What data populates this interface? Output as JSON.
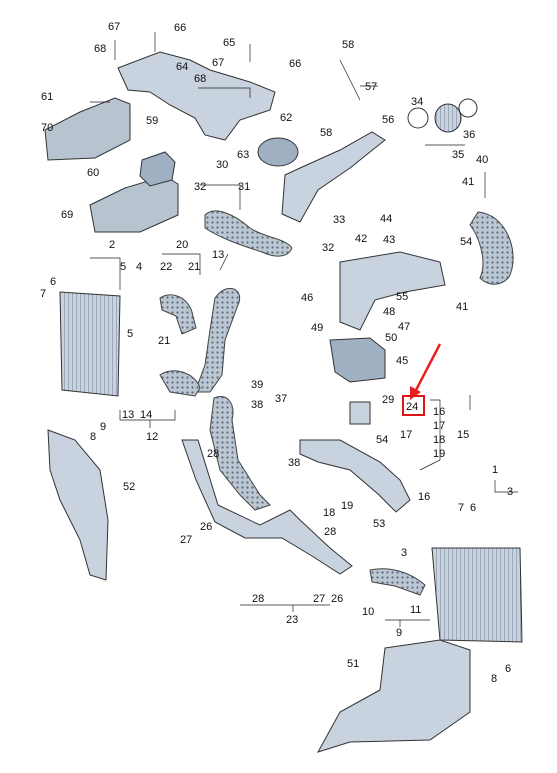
{
  "diagram": {
    "highlighted_callout": "24",
    "colors": {
      "part_fill": "#c9d3df",
      "part_fill_dark": "#9fb0c3",
      "hose_fill": "#b9c4d1",
      "callout_box": "#e01414",
      "arrow": "#e82020"
    },
    "callouts": [
      {
        "id": "c67a",
        "text": "67"
      },
      {
        "id": "c66a",
        "text": "66"
      },
      {
        "id": "c68a",
        "text": "68"
      },
      {
        "id": "c65",
        "text": "65"
      },
      {
        "id": "c64",
        "text": "64"
      },
      {
        "id": "c67b",
        "text": "67"
      },
      {
        "id": "c68b",
        "text": "68"
      },
      {
        "id": "c66b",
        "text": "66"
      },
      {
        "id": "c58a",
        "text": "58"
      },
      {
        "id": "c57",
        "text": "57"
      },
      {
        "id": "c61",
        "text": "61"
      },
      {
        "id": "c70",
        "text": "70"
      },
      {
        "id": "c59",
        "text": "59"
      },
      {
        "id": "c62",
        "text": "62"
      },
      {
        "id": "c56",
        "text": "56"
      },
      {
        "id": "c58b",
        "text": "58"
      },
      {
        "id": "c34",
        "text": "34"
      },
      {
        "id": "c36",
        "text": "36"
      },
      {
        "id": "c35",
        "text": "35"
      },
      {
        "id": "c60",
        "text": "60"
      },
      {
        "id": "c63",
        "text": "63"
      },
      {
        "id": "c30",
        "text": "30"
      },
      {
        "id": "c40",
        "text": "40"
      },
      {
        "id": "c69",
        "text": "69"
      },
      {
        "id": "c32a",
        "text": "32"
      },
      {
        "id": "c31",
        "text": "31"
      },
      {
        "id": "c41a",
        "text": "41"
      },
      {
        "id": "c33",
        "text": "33"
      },
      {
        "id": "c44",
        "text": "44"
      },
      {
        "id": "c2",
        "text": "2"
      },
      {
        "id": "c20",
        "text": "20"
      },
      {
        "id": "c32b",
        "text": "32"
      },
      {
        "id": "c42",
        "text": "42"
      },
      {
        "id": "c43",
        "text": "43"
      },
      {
        "id": "c54a",
        "text": "54"
      },
      {
        "id": "c5a",
        "text": "5"
      },
      {
        "id": "c4a",
        "text": "4"
      },
      {
        "id": "c22",
        "text": "22"
      },
      {
        "id": "c21a",
        "text": "21"
      },
      {
        "id": "c13a",
        "text": "13"
      },
      {
        "id": "c6a",
        "text": "6"
      },
      {
        "id": "c7a",
        "text": "7"
      },
      {
        "id": "c46",
        "text": "46"
      },
      {
        "id": "c55",
        "text": "55"
      },
      {
        "id": "c41b",
        "text": "41"
      },
      {
        "id": "c48",
        "text": "48"
      },
      {
        "id": "c5b",
        "text": "5"
      },
      {
        "id": "c49",
        "text": "49"
      },
      {
        "id": "c47",
        "text": "47"
      },
      {
        "id": "c21b",
        "text": "21"
      },
      {
        "id": "c50",
        "text": "50"
      },
      {
        "id": "c45",
        "text": "45"
      },
      {
        "id": "c39",
        "text": "39"
      },
      {
        "id": "c38a",
        "text": "38"
      },
      {
        "id": "c37",
        "text": "37"
      },
      {
        "id": "c29",
        "text": "29"
      },
      {
        "id": "c24",
        "text": "24"
      },
      {
        "id": "c16a",
        "text": "16"
      },
      {
        "id": "c17a",
        "text": "17"
      },
      {
        "id": "c18a",
        "text": "18"
      },
      {
        "id": "c19a",
        "text": "19"
      },
      {
        "id": "c15",
        "text": "15"
      },
      {
        "id": "c13b",
        "text": "13"
      },
      {
        "id": "c14",
        "text": "14"
      },
      {
        "id": "c12",
        "text": "12"
      },
      {
        "id": "c8a",
        "text": "8"
      },
      {
        "id": "c9a",
        "text": "9"
      },
      {
        "id": "c54b",
        "text": "54"
      },
      {
        "id": "c17b",
        "text": "17"
      },
      {
        "id": "c28a",
        "text": "28"
      },
      {
        "id": "c38b",
        "text": "38"
      },
      {
        "id": "c52",
        "text": "52"
      },
      {
        "id": "c18b",
        "text": "18"
      },
      {
        "id": "c19b",
        "text": "19"
      },
      {
        "id": "c16b",
        "text": "16"
      },
      {
        "id": "c1",
        "text": "1"
      },
      {
        "id": "c3a",
        "text": "3"
      },
      {
        "id": "c27a",
        "text": "27"
      },
      {
        "id": "c26a",
        "text": "26"
      },
      {
        "id": "c53",
        "text": "53"
      },
      {
        "id": "c7b",
        "text": "7"
      },
      {
        "id": "c6b",
        "text": "6"
      },
      {
        "id": "c28b",
        "text": "28"
      },
      {
        "id": "c3b",
        "text": "3"
      },
      {
        "id": "c28c",
        "text": "28"
      },
      {
        "id": "c27b",
        "text": "27"
      },
      {
        "id": "c26b",
        "text": "26"
      },
      {
        "id": "c10",
        "text": "10"
      },
      {
        "id": "c11",
        "text": "11"
      },
      {
        "id": "c23",
        "text": "23"
      },
      {
        "id": "c9b",
        "text": "9"
      },
      {
        "id": "c51",
        "text": "51"
      },
      {
        "id": "c6c",
        "text": "6"
      },
      {
        "id": "c8b",
        "text": "8"
      }
    ]
  }
}
